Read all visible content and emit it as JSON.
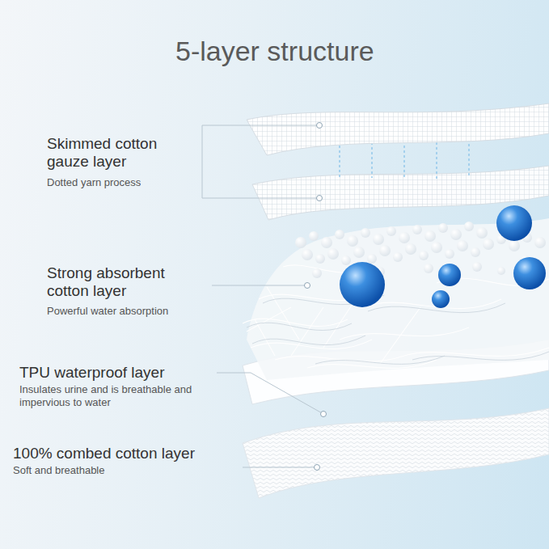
{
  "diagram": {
    "title": "5-layer structure",
    "labels": [
      "Skimmed cotton gauze layer",
      "Dotted yarn process",
      "Strong absorbent cotton layer",
      "Powerful water absorption",
      "TPU waterproof layer",
      "Insulates urine and is breathable and impervious to water",
      "100% combed cotton layer",
      "Soft and breathable"
    ]
  }
}
